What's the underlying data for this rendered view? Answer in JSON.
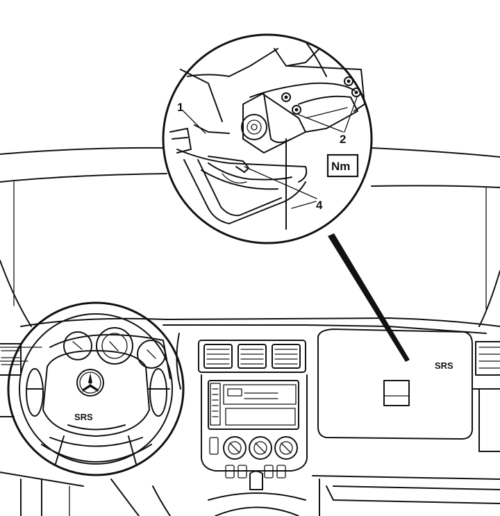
{
  "diagram": {
    "callouts": [
      {
        "id": "1",
        "label": "1"
      },
      {
        "id": "2",
        "label": "2"
      },
      {
        "id": "4",
        "label": "4"
      }
    ],
    "torque_symbol": "Nm",
    "airbag_labels": {
      "steering_wheel": "SRS",
      "passenger": "SRS"
    },
    "icons": [
      "mercedes-star-icon",
      "torque-wrench-nm-icon"
    ]
  }
}
